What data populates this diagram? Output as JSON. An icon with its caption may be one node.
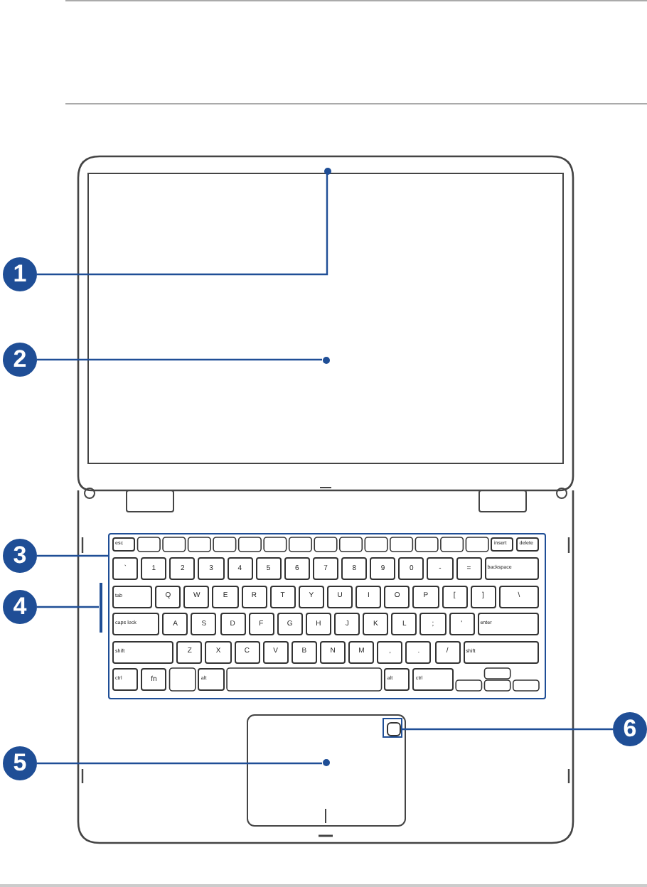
{
  "diagram": {
    "nodes": [
      {
        "text": [
          "1"
        ]
      },
      {
        "text": [],
        "shape": "circle"
      },
      {
        "text": [
          "2"
        ]
      },
      {
        "text": [],
        "shape": "circle"
      },
      {
        "text": [
          "3"
        ]
      },
      {
        "text": [],
        "shape": "box"
      },
      {
        "text": [
          "4"
        ]
      },
      {
        "text": [],
        "shape": "bar"
      },
      {
        "text": [
          "5"
        ]
      },
      {
        "text": [],
        "shape": "circle"
      },
      {
        "text": [
          "6"
        ]
      },
      {
        "text": [],
        "shape": "box"
      }
    ],
    "edges": [
      {
        "from": 0,
        "to": 1,
        "arrow": "none"
      },
      {
        "from": 2,
        "to": 3,
        "arrow": "none"
      },
      {
        "from": 4,
        "to": 5,
        "arrow": "none"
      },
      {
        "from": 6,
        "to": 7,
        "arrow": "none"
      },
      {
        "from": 8,
        "to": 9,
        "arrow": "none"
      },
      {
        "from": 10,
        "to": 11,
        "arrow": "none"
      }
    ],
    "labels": [
      "esc",
      "insert",
      "delete",
      "`",
      "1",
      "2",
      "3",
      "4",
      "5",
      "6",
      "7",
      "8",
      "9",
      "0",
      "-",
      "=",
      "backspace",
      "tab",
      "Q",
      "W",
      "E",
      "R",
      "T",
      "Y",
      "U",
      "I",
      "O",
      "P",
      "[",
      "]",
      "\\",
      "caps lock",
      "A",
      "S",
      "D",
      "F",
      "G",
      "H",
      "J",
      "K",
      "L",
      ";",
      "'",
      "enter",
      "shift",
      "Z",
      "X",
      "C",
      "V",
      "B",
      "N",
      "M",
      ",",
      ".",
      "/",
      "shift",
      "ctrl",
      "fn",
      "alt",
      "alt",
      "ctrl"
    ]
  }
}
